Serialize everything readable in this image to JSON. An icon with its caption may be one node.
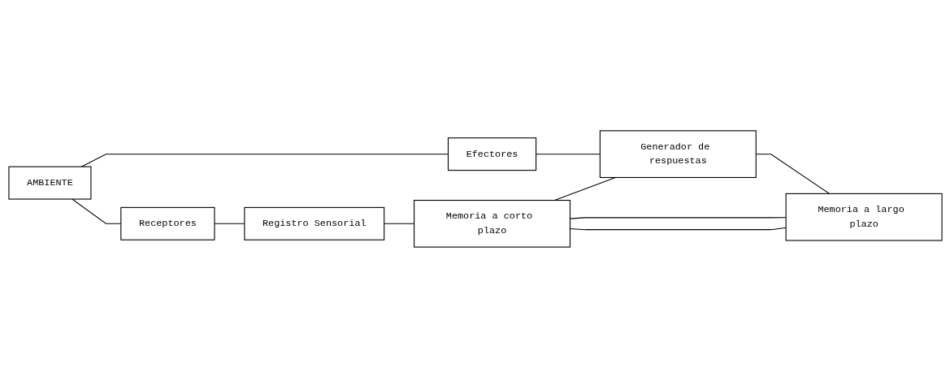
{
  "diagram": {
    "nodes": [
      {
        "text": [
          "AMBIENTE"
        ]
      },
      {
        "text": [
          "Efectores"
        ]
      },
      {
        "text": [
          "Generador de respuestas"
        ]
      },
      {
        "text": [
          "Receptores"
        ]
      },
      {
        "text": [
          "Registro Sensorial"
        ]
      },
      {
        "text": [
          "Memoria a corto plazo"
        ]
      },
      {
        "text": [
          "Memoria a largo plazo"
        ]
      }
    ],
    "edges": [
      {
        "from": 0,
        "to": 1,
        "arrow": "none"
      },
      {
        "from": 1,
        "to": 2,
        "arrow": "none"
      },
      {
        "from": 2,
        "to": 6,
        "arrow": "none"
      },
      {
        "from": 5,
        "to": 2,
        "arrow": "none"
      },
      {
        "from": 0,
        "to": 3,
        "arrow": "none"
      },
      {
        "from": 3,
        "to": 4,
        "arrow": "none"
      },
      {
        "from": 4,
        "to": 5,
        "arrow": "none"
      },
      {
        "from": 5,
        "to": 6,
        "arrow": "none"
      },
      {
        "from": 5,
        "to": 6,
        "arrow": "none"
      }
    ]
  }
}
